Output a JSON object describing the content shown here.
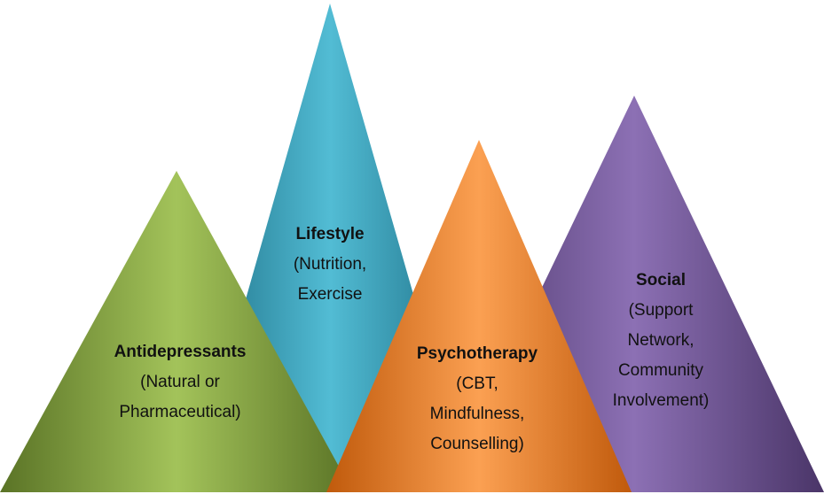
{
  "diagram": {
    "triangles": [
      {
        "id": "lifestyle",
        "title": "Lifestyle",
        "lines": [
          "(Nutrition,",
          "Exercise"
        ],
        "colors": {
          "light": "#52bcd4",
          "mid": "#3a9fb6",
          "dark": "#1d6f86"
        }
      },
      {
        "id": "social",
        "title": "Social",
        "lines": [
          "(Support",
          "Network,",
          "Community",
          "Involvement)"
        ],
        "colors": {
          "light": "#8c70b4",
          "mid": "#6d5296",
          "dark": "#4a3568"
        }
      },
      {
        "id": "antidepressants",
        "title": "Antidepressants",
        "lines": [
          "(Natural or",
          "Pharmaceutical)"
        ],
        "colors": {
          "light": "#a3c35a",
          "mid": "#82a13e",
          "dark": "#5a7326"
        }
      },
      {
        "id": "psychotherapy",
        "title": "Psychotherapy",
        "lines": [
          "(CBT,",
          "Mindfulness,",
          "Counselling)"
        ],
        "colors": {
          "light": "#fba052",
          "mid": "#ee7d22",
          "dark": "#c05a0c"
        }
      }
    ]
  }
}
